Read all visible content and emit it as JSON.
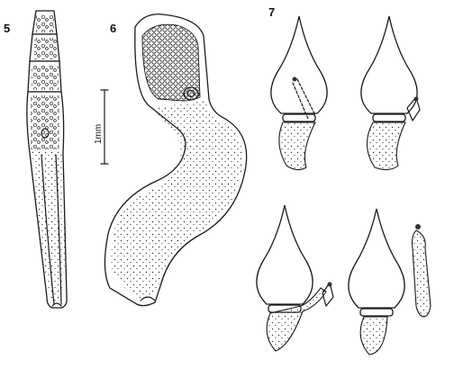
{
  "figure_labels": {
    "fig5": "5",
    "fig6": "6",
    "fig7": "7"
  },
  "scale_bar": {
    "label": "1mm"
  },
  "colors": {
    "ink": "#1a1a1a",
    "background": "#ffffff"
  }
}
